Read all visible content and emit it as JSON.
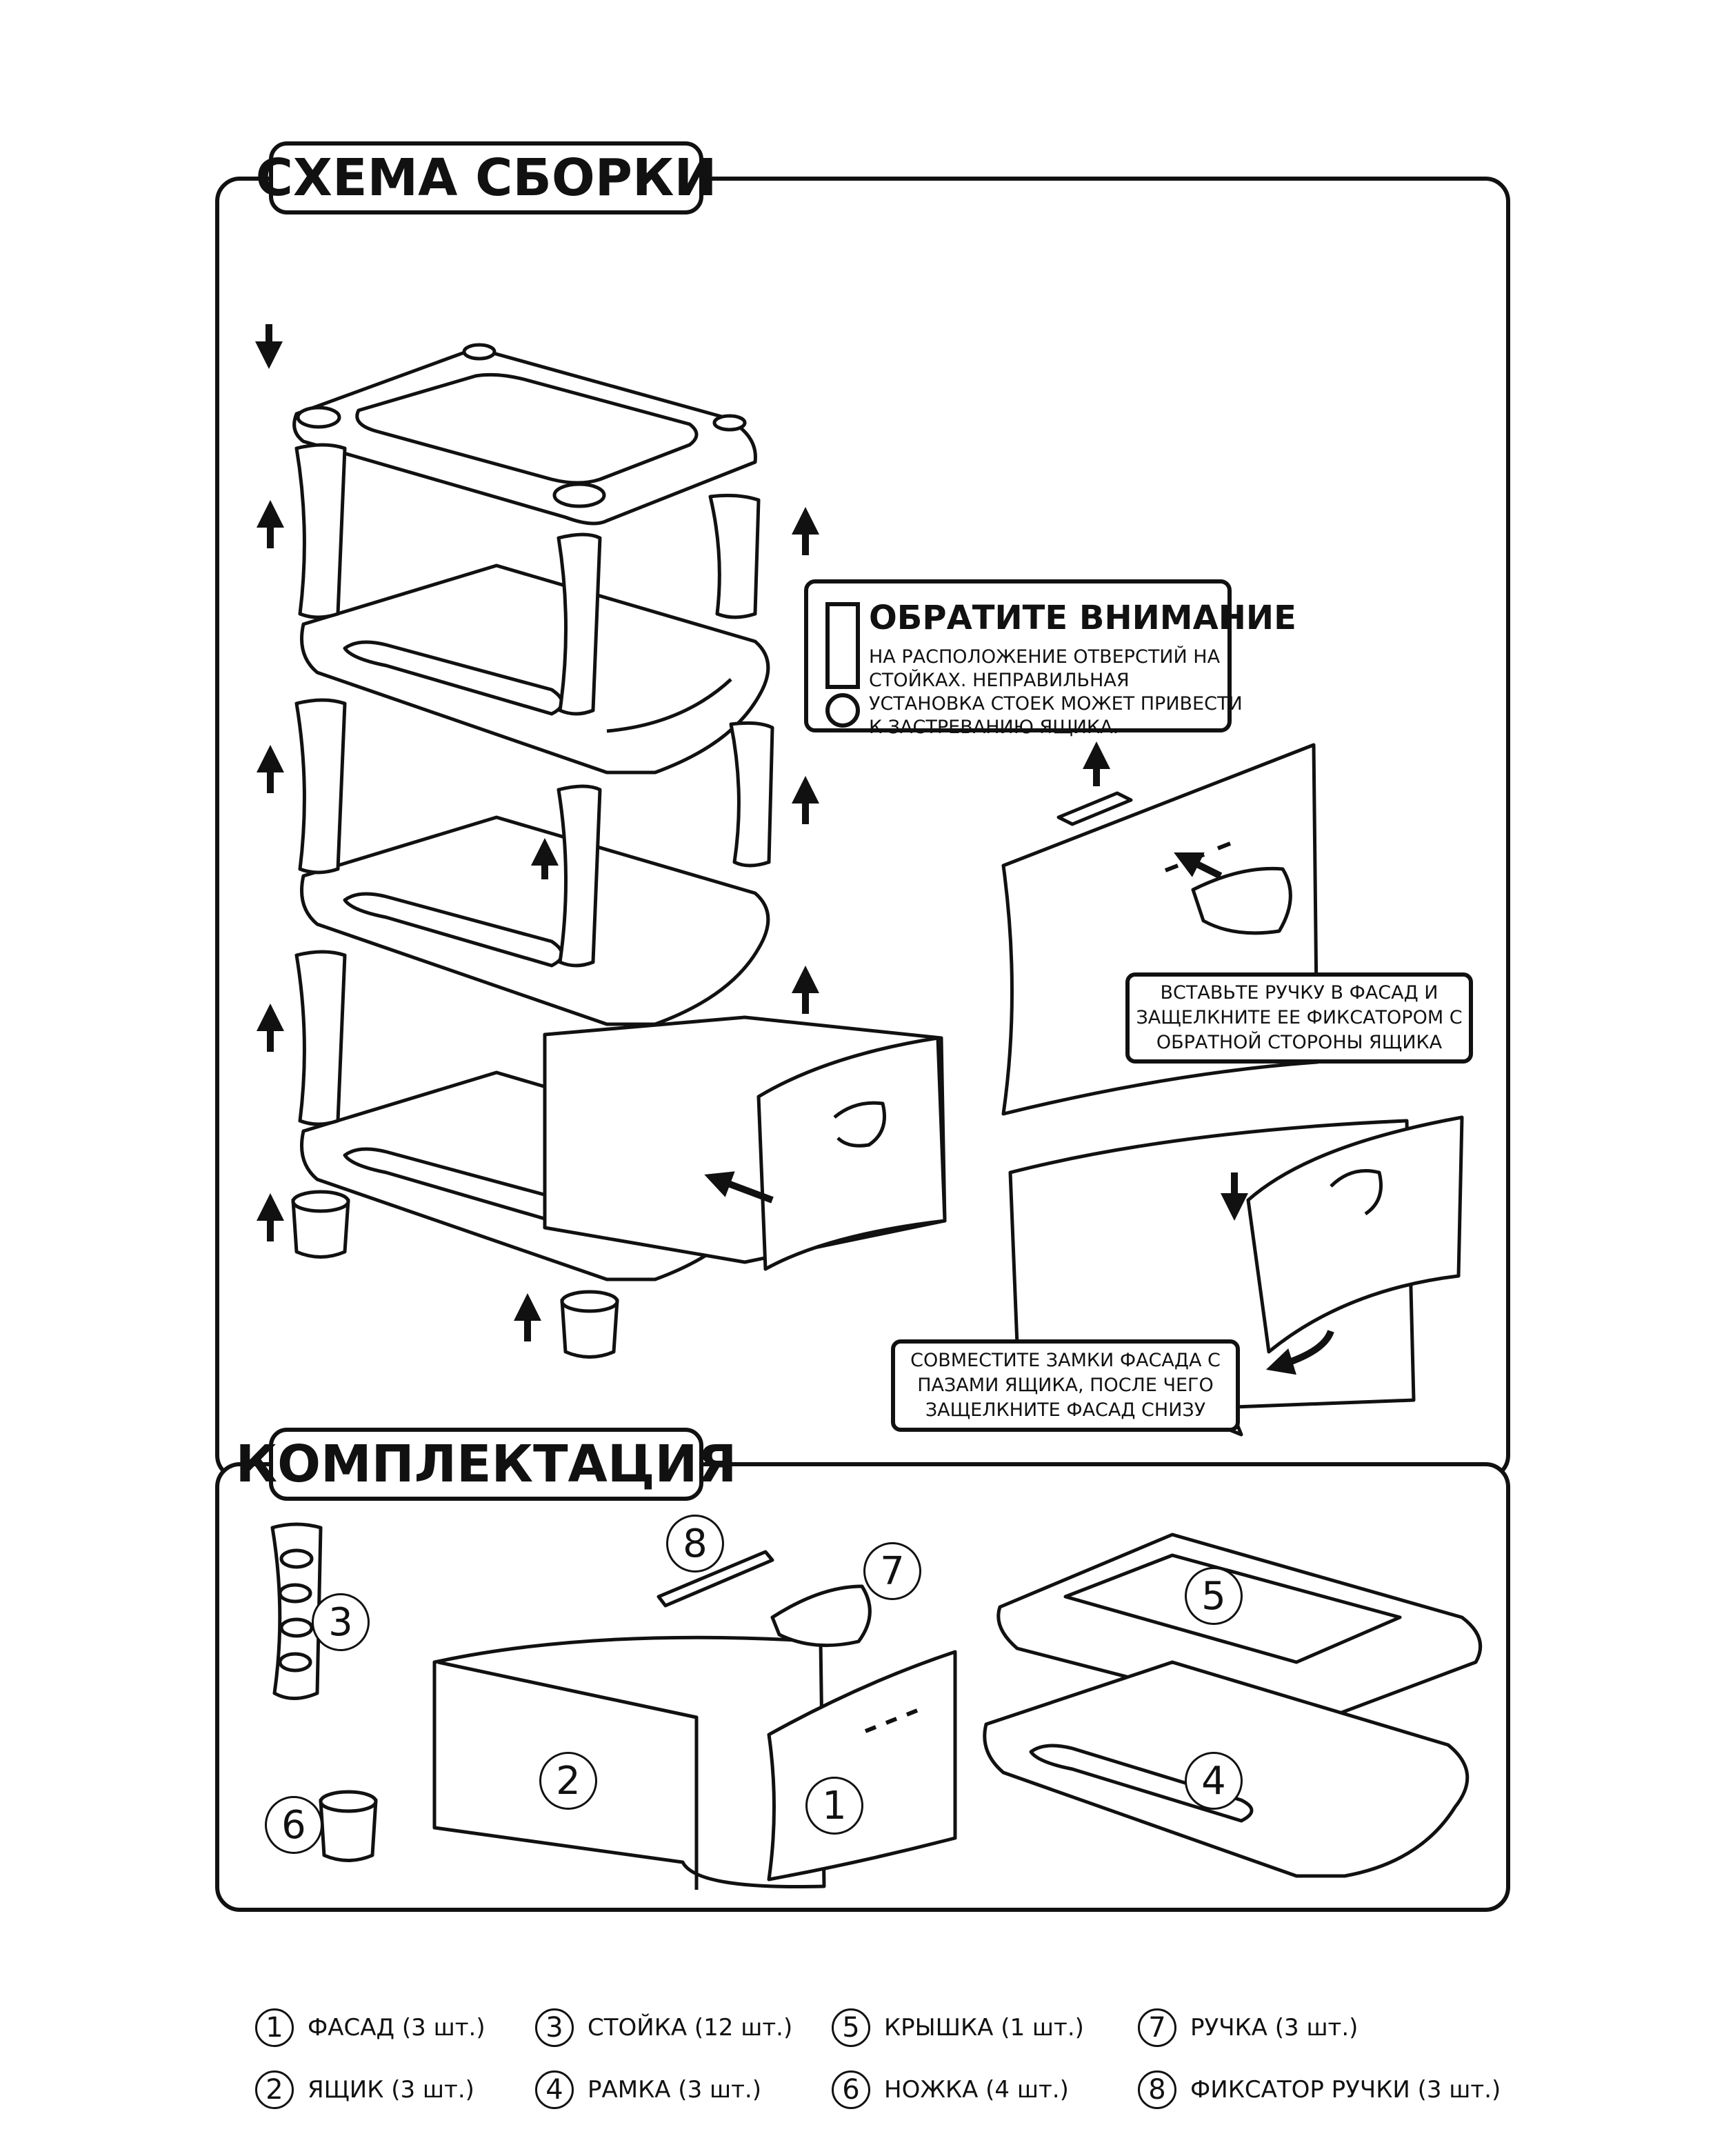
{
  "sections": {
    "assembly_title": "СХЕМА СБОРКИ",
    "contents_title": "КОМПЛЕКТАЦИЯ"
  },
  "attention": {
    "title": "ОБРАТИТЕ ВНИМАНИЕ",
    "lines": [
      "НА РАСПОЛОЖЕНИЕ ОТВЕРСТИЙ НА",
      "СТОЙКАХ. НЕПРАВИЛЬНАЯ",
      "УСТАНОВКА СТОЕК МОЖЕТ ПРИВЕСТИ",
      "К ЗАСТРЕВАНИЮ ЯЩИКА."
    ]
  },
  "callouts": {
    "handle": [
      "ВСТАВЬТЕ РУЧКУ В ФАСАД И",
      "ЗАЩЕЛКНИТЕ ЕЕ ФИКСАТОРОМ С",
      "ОБРАТНОЙ СТОРОНЫ ЯЩИКА"
    ],
    "front": [
      "СОВМЕСТИТЕ ЗАМКИ ФАСАДА С",
      "ПАЗАМИ ЯЩИКА, ПОСЛЕ ЧЕГО",
      "ЗАЩЕЛКНИТЕ ФАСАД СНИЗУ"
    ]
  },
  "part_numbers": {
    "p1": "1",
    "p2": "2",
    "p3": "3",
    "p4": "4",
    "p5": "5",
    "p6": "6",
    "p7": "7",
    "p8": "8"
  },
  "legend": [
    {
      "num": "1",
      "label": "ФАСАД (3 шт.)"
    },
    {
      "num": "2",
      "label": "ЯЩИК (3 шт.)"
    },
    {
      "num": "3",
      "label": "СТОЙКА (12 шт.)"
    },
    {
      "num": "4",
      "label": "РАМКА (3 шт.)"
    },
    {
      "num": "5",
      "label": "КРЫШКА (1 шт.)"
    },
    {
      "num": "6",
      "label": "НОЖКА (4 шт.)"
    },
    {
      "num": "7",
      "label": "РУЧКА (3 шт.)"
    },
    {
      "num": "8",
      "label": "ФИКСАТОР РУЧКИ (3 шт.)"
    }
  ],
  "icons": [
    "down-arrow-icon",
    "up-arrow-icon",
    "exclamation-icon",
    "insert-arrow-icon",
    "curved-arrow-icon"
  ]
}
